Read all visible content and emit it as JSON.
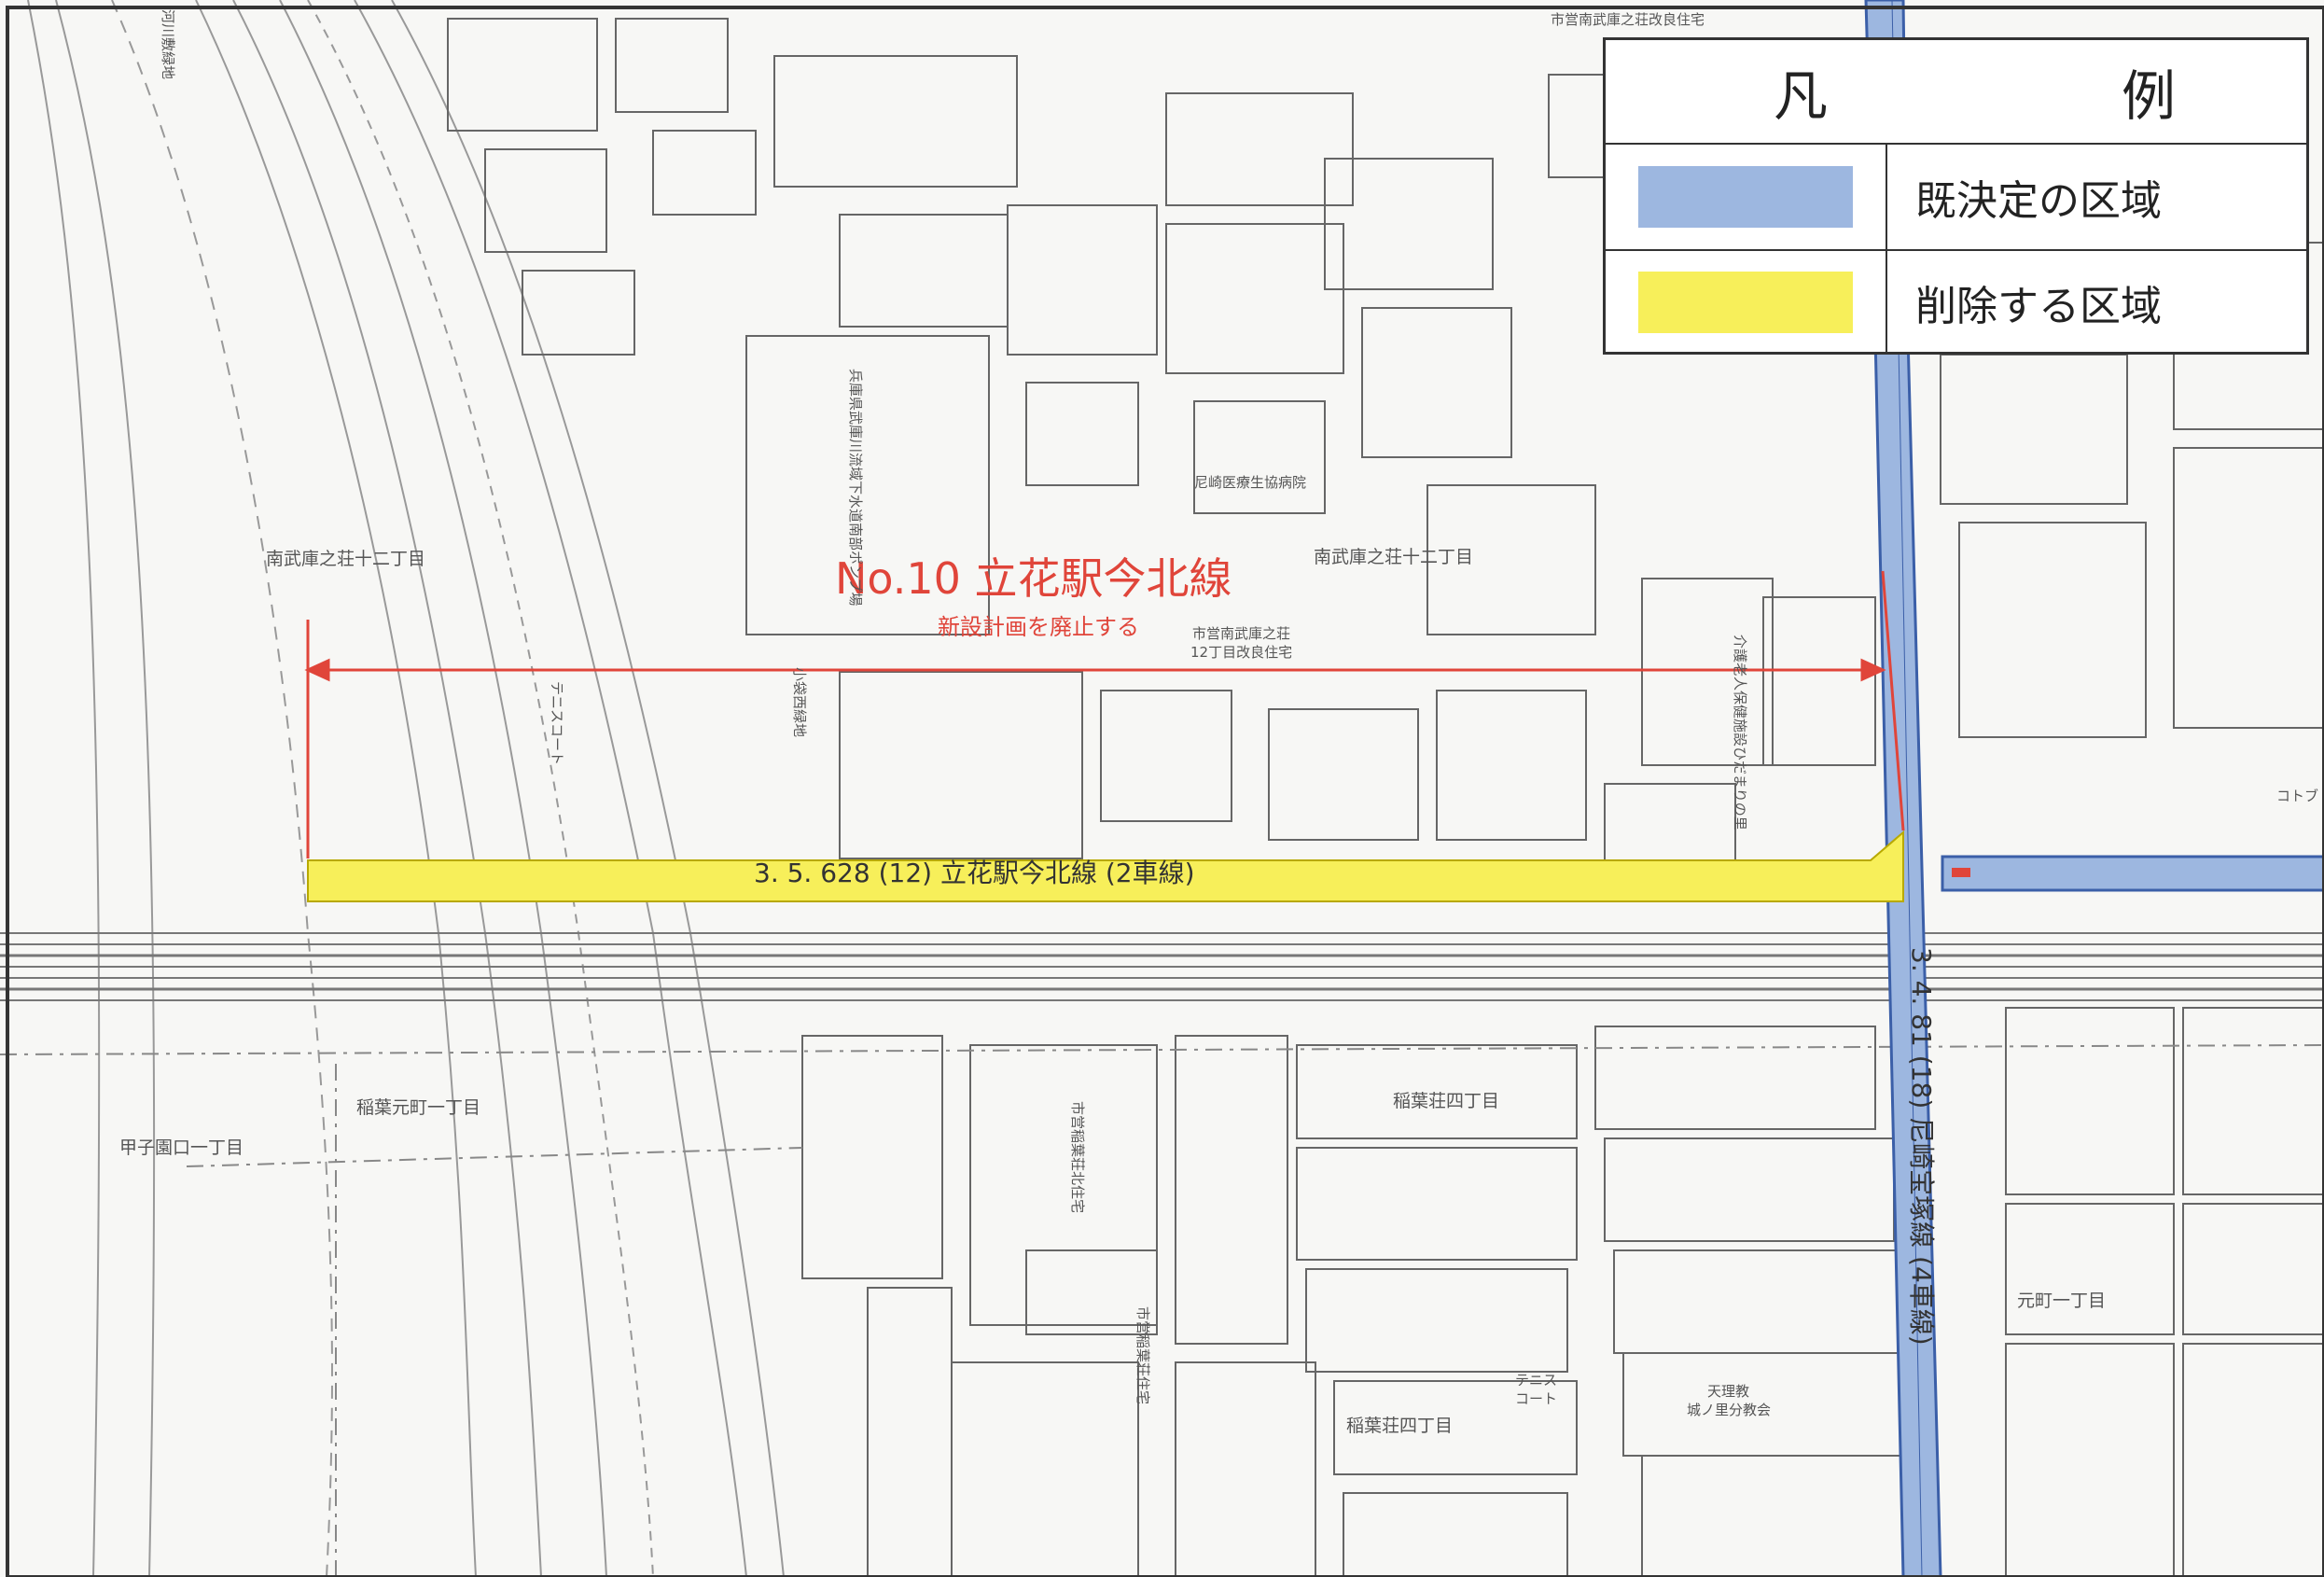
{
  "legend": {
    "title_left": "凡",
    "title_right": "例",
    "items": [
      {
        "label": "既決定の区域",
        "color": "#9db7e0"
      },
      {
        "label": "削除する区域",
        "color": "#f7ef5a"
      }
    ]
  },
  "route_annotation": {
    "title": "No.10  立花駅今北線",
    "subtitle": "新設計画を廃止する"
  },
  "roads": {
    "horizontal_label": "3. 5. 628 (12) 立花駅今北線 (2車線)",
    "vertical_label": "3. 4. 81 (18) 尼崎宝塚線 (4車線)"
  },
  "place_labels": {
    "minami_mukonoso_12_w": "南武庫之荘十二丁目",
    "minami_mukonoso_12_e": "南武庫之荘十二丁目",
    "inaba_motomachi_1": "稲葉元町一丁目",
    "koshien_guchi_1": "甲子園口一丁目",
    "inabaso_4_n": "稲葉荘四丁目",
    "inabaso_4_s": "稲葉荘四丁目",
    "motomachi_1": "元町一丁目",
    "amagasaki_hospital": "尼崎医療生協病院",
    "pump_station": "兵庫県武庫川流域下水道南部ポンプ場",
    "kaigo": "介護老人保健施設ひだまりの里",
    "shiei_minami_a": "市営南武庫之荘",
    "shiei_minami_b": "12丁目改良住宅",
    "shiei_top": "市営南武庫之荘改良住宅",
    "tennis_court_1": "テニスコート",
    "tennis_court_2a": "テニス",
    "tennis_court_2b": "コート",
    "tenrikyo_a": "天理教",
    "tenrikyo_b": "城ノ里分教会",
    "kobukuro": "小袋西緑地",
    "shiei_inaba_n": "市営稲葉荘北住宅",
    "shiei_inaba": "市営稲葉荘住宅",
    "kasenshiki": "河川敷緑地",
    "kotobuki": "コトブ"
  }
}
